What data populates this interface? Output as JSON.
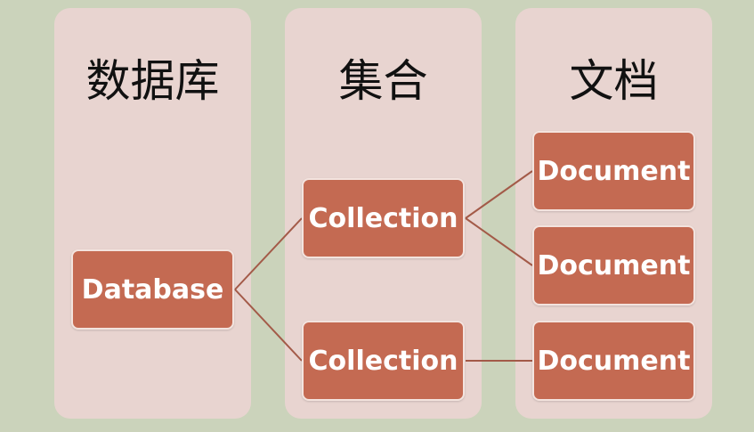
{
  "columns": {
    "database": {
      "title": "数据库"
    },
    "collection": {
      "title": "集合"
    },
    "document": {
      "title": "文档"
    }
  },
  "nodes": {
    "database": "Database",
    "collection_1": "Collection",
    "collection_2": "Collection",
    "document_1": "Document",
    "document_2": "Document",
    "document_3": "Document"
  },
  "colors": {
    "background": "#cbd3bb",
    "column": "#e8d4d0",
    "node_fill": "#c46a52",
    "node_border": "#f3e3de",
    "connector": "#a35a48"
  }
}
